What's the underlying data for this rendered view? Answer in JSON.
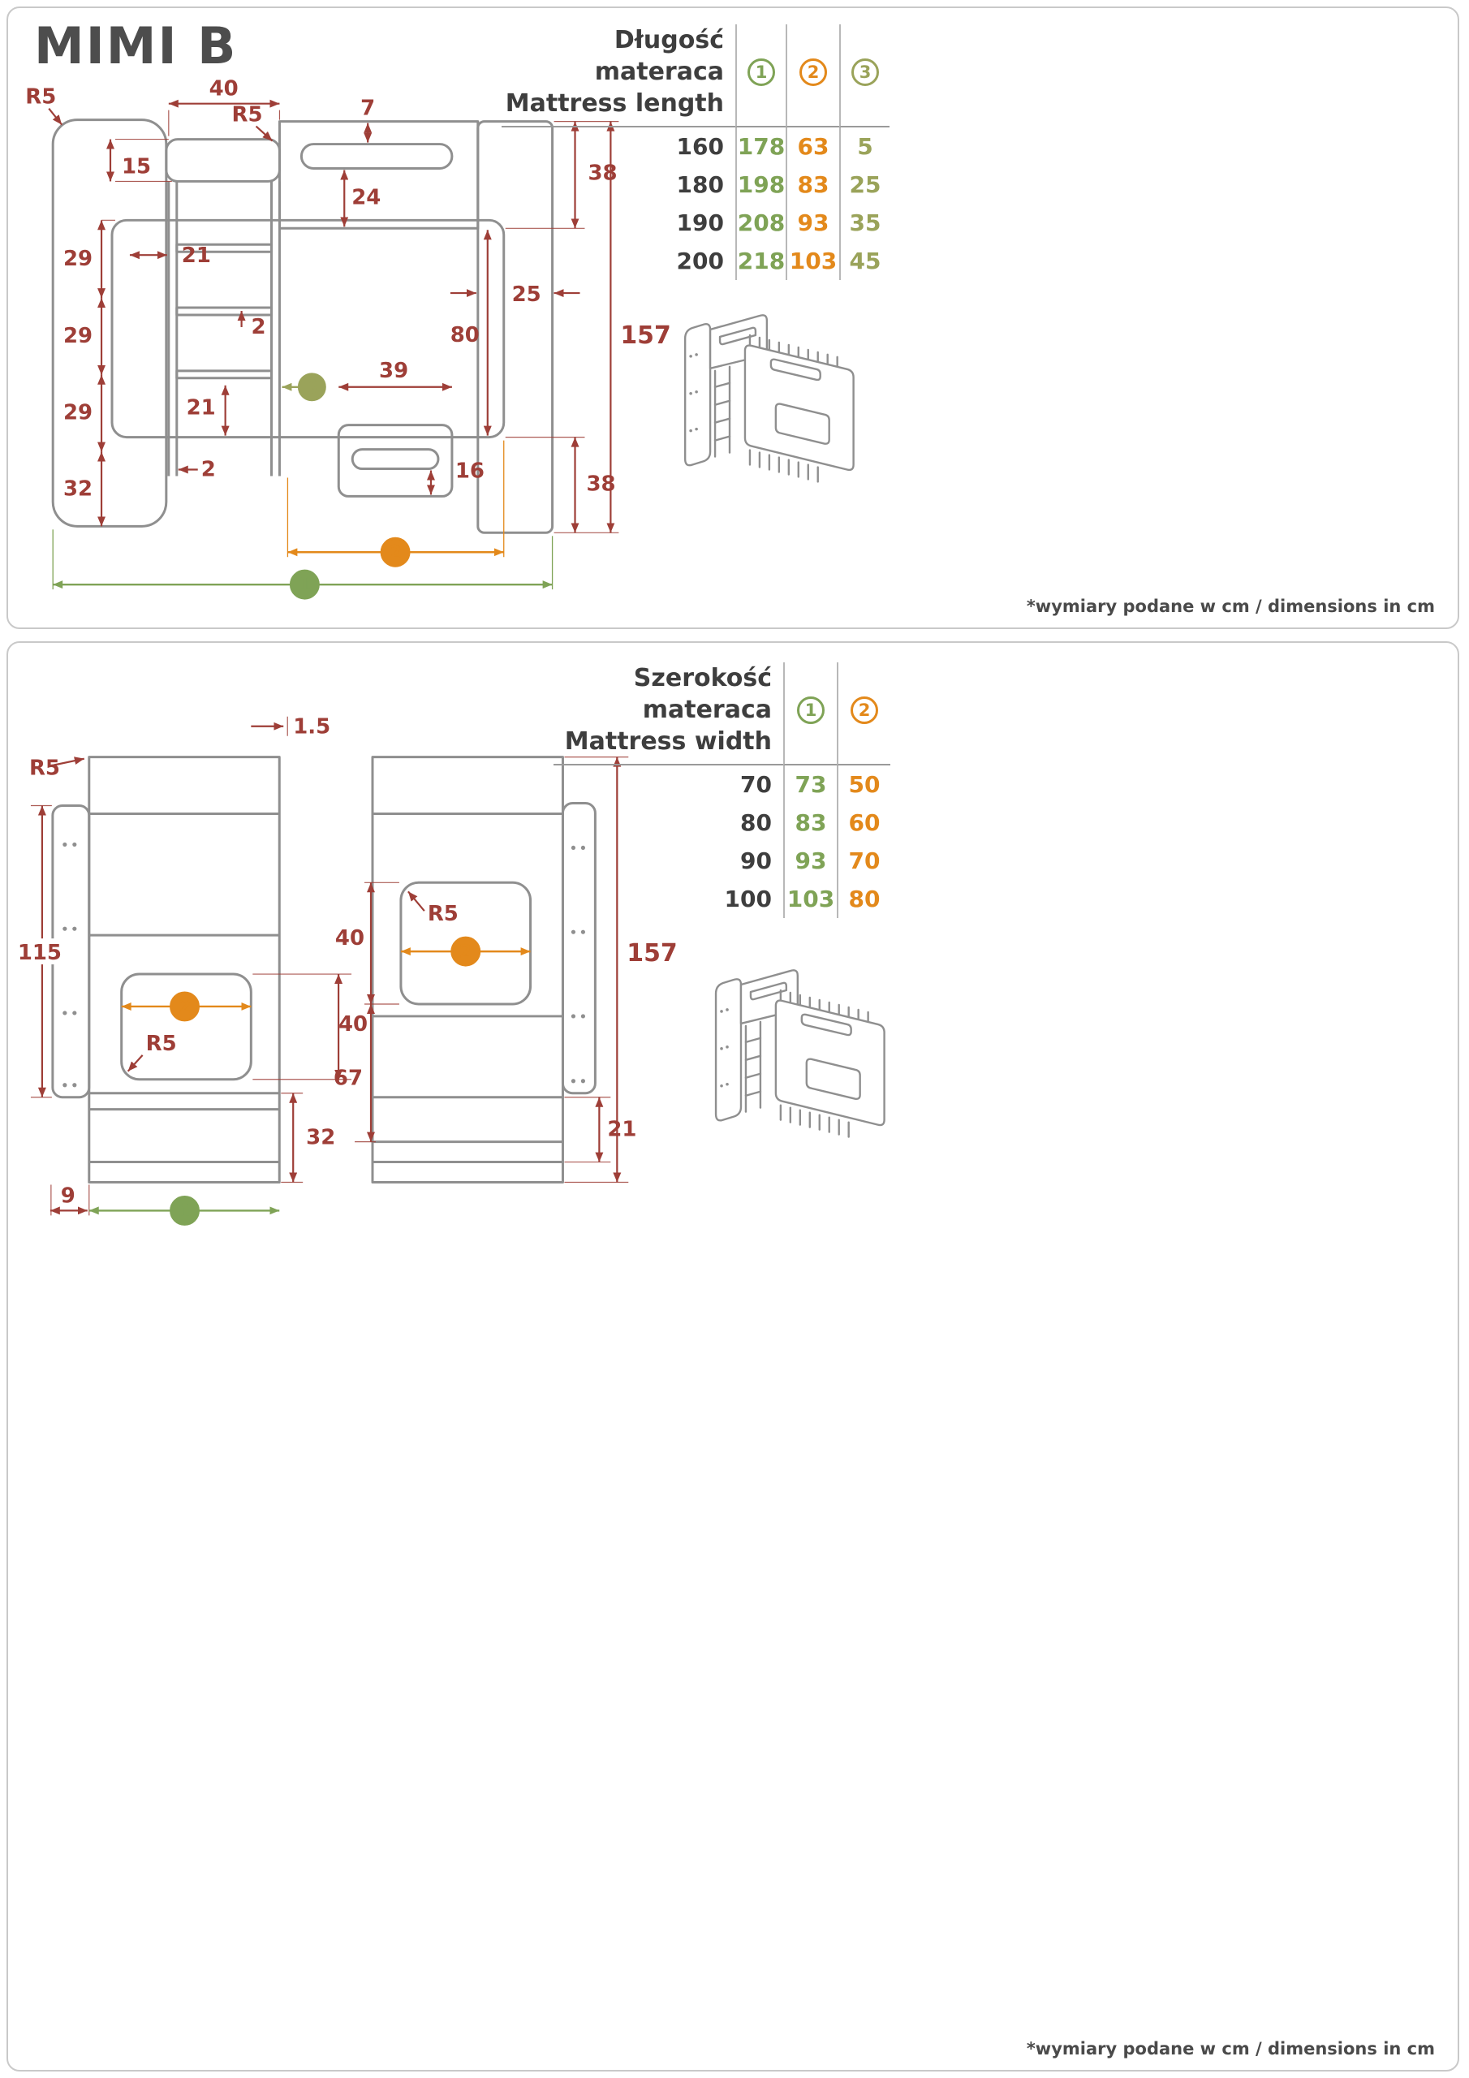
{
  "title": "MIMI B",
  "footnote": "*wymiary podane w cm / dimensions in cm",
  "length_table": {
    "title_pl": "Długość materaca",
    "title_en": "Mattress length",
    "symbols": [
      "1",
      "2",
      "3"
    ],
    "rows": [
      {
        "size": "160",
        "v1": "178",
        "v2": "63",
        "v3": "5"
      },
      {
        "size": "180",
        "v1": "198",
        "v2": "83",
        "v3": "25"
      },
      {
        "size": "190",
        "v1": "208",
        "v2": "93",
        "v3": "35"
      },
      {
        "size": "200",
        "v1": "218",
        "v2": "103",
        "v3": "45"
      }
    ]
  },
  "width_table": {
    "title_pl": "Szerokość materaca",
    "title_en": "Mattress width",
    "symbols": [
      "1",
      "2"
    ],
    "rows": [
      {
        "size": "70",
        "v1": "73",
        "v2": "50"
      },
      {
        "size": "80",
        "v1": "83",
        "v2": "60"
      },
      {
        "size": "90",
        "v1": "93",
        "v2": "70"
      },
      {
        "size": "100",
        "v1": "103",
        "v2": "80"
      }
    ]
  },
  "side_view": {
    "radius_top_left": "R5",
    "ladder_width": "40",
    "radius_guard": "R5",
    "slot_offset": "7",
    "guard_offset": "15",
    "slot_below": "24",
    "top_section": "38",
    "rung_gap_1": "29",
    "rung_inset": "21",
    "rung_thickness": "2",
    "mid_height": "80",
    "panel_width": "25",
    "total_height": "157",
    "rung_gap_2": "29",
    "sym_3": "3",
    "foot_length": "39",
    "rung_gap_3": "29",
    "rung_inset_2": "21",
    "rail_thickness": "2",
    "foot_slot": "16",
    "bottom_section": "38",
    "bottom_gap": "32",
    "sym_2": "2",
    "sym_1": "1"
  },
  "front_view": {
    "edge_thickness": "1.5",
    "radius_top_left": "R5",
    "side_height": "115",
    "sym_2_left": "2",
    "radius_window_left": "R5",
    "window_height_right": "40",
    "window_height_left": "40",
    "lower_span": "67",
    "bottom_section": "32",
    "side_offset": "9",
    "sym_1": "1",
    "radius_window_right": "R5",
    "sym_2_right": "2",
    "total_height": "157",
    "rail_height": "21"
  }
}
